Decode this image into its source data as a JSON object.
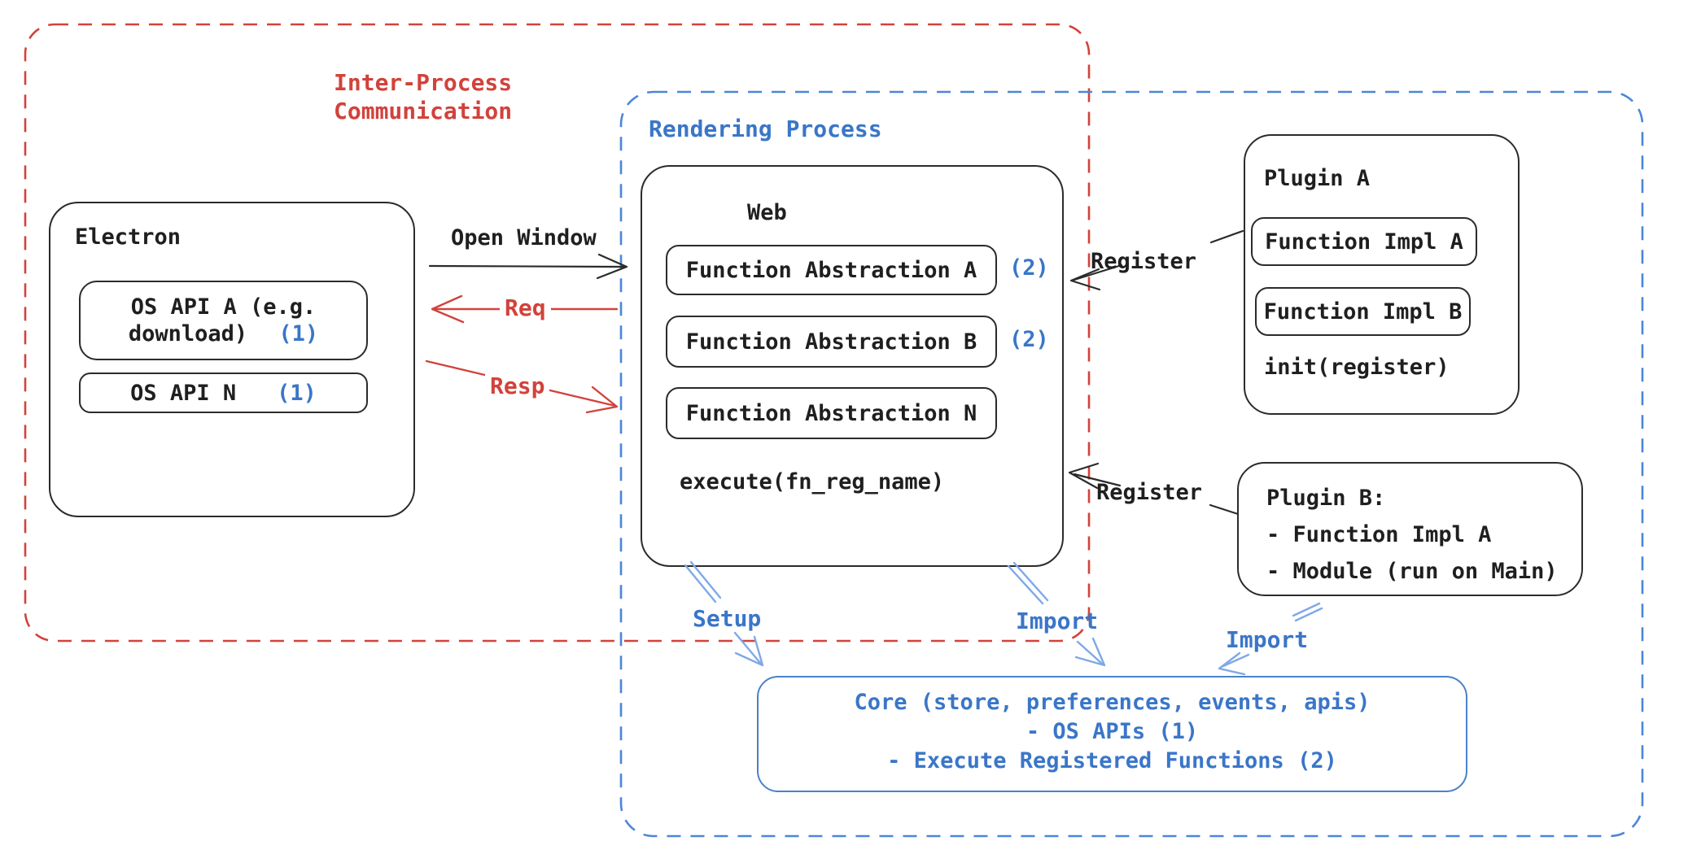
{
  "colors": {
    "ink": "#2b2b2b",
    "red": "#d2423b",
    "blue_text": "#3a76c8",
    "blue_dash": "#4a86d8",
    "blue_arrow": "#7ea9e6"
  },
  "diagram": {
    "ipc_group": {
      "label_line1": "Inter-Process",
      "label_line2": "Communication"
    },
    "rendering_group": {
      "label": "Rendering Process"
    },
    "electron": {
      "title": "Electron",
      "os_api_a": {
        "line1": "OS API A (e.g.",
        "line2": "download)",
        "ref": "(1)"
      },
      "os_api_n": {
        "label": "OS API N",
        "ref": "(1)"
      }
    },
    "connectors": {
      "open_window": "Open Window",
      "req": "Req",
      "resp": "Resp",
      "register_top": "Register",
      "register_bottom": "Register",
      "setup": "Setup",
      "import_web": "Import",
      "import_plugin": "Import"
    },
    "web": {
      "title": "Web",
      "fa_a": {
        "label": "Function Abstraction A",
        "ref": "(2)"
      },
      "fa_b": {
        "label": "Function Abstraction B",
        "ref": "(2)"
      },
      "fa_n": {
        "label": "Function Abstraction N"
      },
      "execute": "execute(fn_reg_name)"
    },
    "plugin_a": {
      "title": "Plugin A",
      "impl_a": "Function Impl A",
      "impl_b": "Function Impl B",
      "init": "init(register)"
    },
    "plugin_b": {
      "title": "Plugin B:",
      "item1": "- Function Impl A",
      "item2": "- Module (run on Main)"
    },
    "core": {
      "line1": "Core (store, preferences, events, apis)",
      "line2": "- OS APIs (1)",
      "line3": "- Execute Registered Functions (2)"
    }
  }
}
